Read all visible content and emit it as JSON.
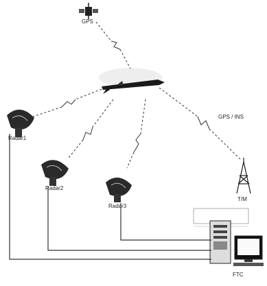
{
  "labels": {
    "gps": "GPS",
    "radar1": "Radar1",
    "radar2": "Radar2",
    "radar3": "Radar3",
    "gps_ins": "GPS / INS",
    "tm": "T/M",
    "ftc": "FTC"
  },
  "icons": {
    "satellite": "satellite-icon",
    "missile": "missile-icon",
    "radar_dish": "radar-dish-icon",
    "antenna_tower": "antenna-tower-icon",
    "computer_workstation": "computer-workstation-icon",
    "lightning_link": "wireless-link-icon"
  },
  "colors": {
    "line": "#333333",
    "fill_dark": "#1a1a1a",
    "fill_light": "#cfcfcf"
  }
}
